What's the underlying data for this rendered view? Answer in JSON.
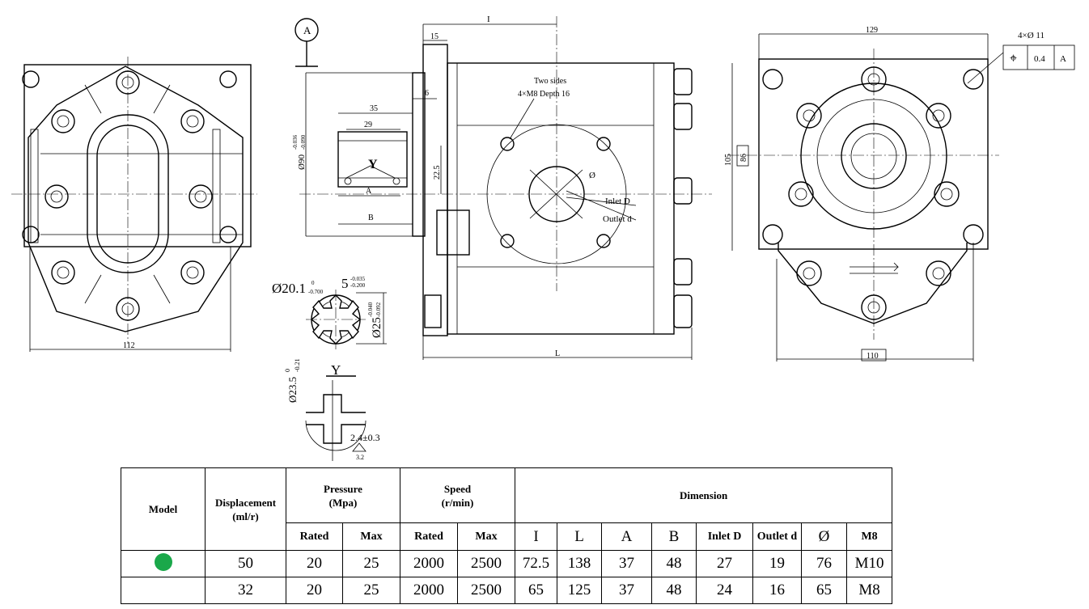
{
  "drawing": {
    "datum_label": "A",
    "front_width": "112",
    "dims": {
      "i": "I",
      "l": "L",
      "d15": "15",
      "d6": "6",
      "d35": "35",
      "d29": "29",
      "a": "A",
      "b": "B",
      "y": "Y",
      "d22": "22.5",
      "phi90": "Ø90",
      "phi90_tol_upper": "-0.036",
      "phi90_tol_lower": "-0.090",
      "phi": "Ø",
      "two_sides": "Two sides",
      "m_thread": "4×M8  Depth 16",
      "inlet": "Inlet D",
      "outlet": "Outlet d"
    },
    "side": {
      "width": "129",
      "h105": "105",
      "h86": "86",
      "bottom": "110",
      "holes": "4×Ø 11",
      "tol_value": "0.4",
      "tol_datum": "A",
      "position_symbol": "⌖"
    },
    "spline": {
      "dia201": "Ø20.1",
      "dia201_tol_upper": "0",
      "dia201_tol_lower": "-0.700",
      "five": "5",
      "five_tol_upper": "-0.035",
      "five_tol_lower": "-0.200",
      "dia25": "Ø25",
      "dia25_tol_upper": "-0.040",
      "dia25_tol_lower": "-0.092"
    },
    "detail": {
      "y_label": "Y",
      "dia235": "Ø23.5",
      "dia235_tol_upper": "0",
      "dia235_tol_lower": "-0.21",
      "depth": "2.4±0.3",
      "roughness": "3.2"
    }
  },
  "table": {
    "headers": {
      "model": "Model",
      "displacement": "Displacement",
      "displacement_unit": "(ml/r)",
      "pressure": "Pressure",
      "pressure_unit": "(Mpa)",
      "speed": "Speed",
      "speed_unit": "(r/min)",
      "dimension": "Dimension"
    },
    "subheaders": [
      "Rated",
      "Max",
      "Rated",
      "Max",
      "I",
      "L",
      "A",
      "B",
      "Inlet D",
      "Outlet d",
      "Ø",
      "M8"
    ],
    "rows": [
      {
        "marker": "green-dot",
        "displacement": "50",
        "pressure_rated": "20",
        "pressure_max": "25",
        "speed_rated": "2000",
        "speed_max": "2500",
        "I": "72.5",
        "L": "138",
        "A": "37",
        "B": "48",
        "inlet_d": "27",
        "outlet_d": "19",
        "phi": "76",
        "m": "M10"
      },
      {
        "marker": "",
        "displacement": "32",
        "pressure_rated": "20",
        "pressure_max": "25",
        "speed_rated": "2000",
        "speed_max": "2500",
        "I": "65",
        "L": "125",
        "A": "37",
        "B": "48",
        "inlet_d": "24",
        "outlet_d": "16",
        "phi": "65",
        "m": "M8"
      }
    ],
    "marker_color": "#1aa84a"
  }
}
